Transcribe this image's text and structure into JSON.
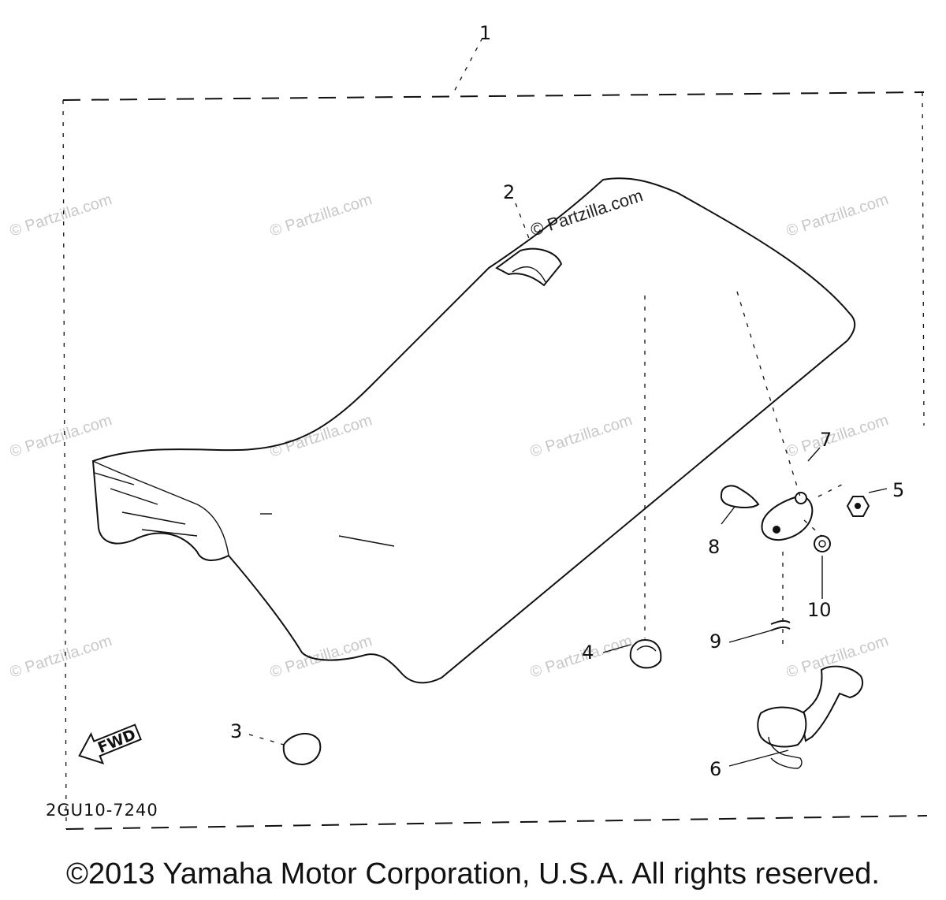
{
  "diagram": {
    "callouts": [
      "1",
      "2",
      "3",
      "4",
      "5",
      "6",
      "7",
      "8",
      "9",
      "10"
    ],
    "direction_label": "FWD",
    "drawing_code": "2GU10-7240",
    "watermark": "© Partzilla.com",
    "copyright": "©2013 Yamaha Motor Corporation, U.S.A. All rights reserved."
  }
}
